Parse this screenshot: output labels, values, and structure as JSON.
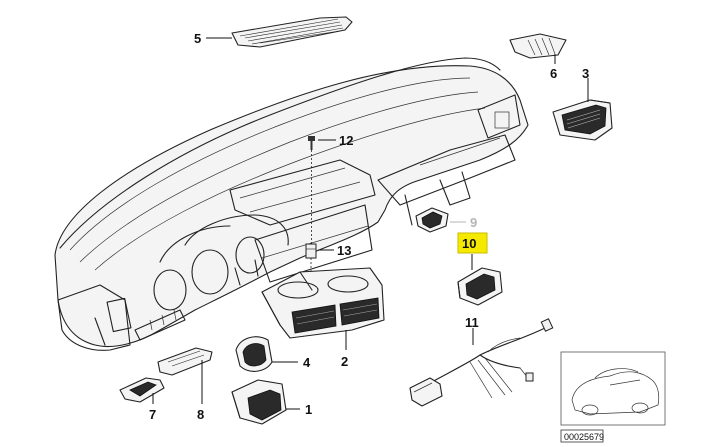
{
  "labels": {
    "p1": "1",
    "p2": "2",
    "p3": "3",
    "p4": "4",
    "p5": "5",
    "p6": "6",
    "p7": "7",
    "p8": "8",
    "p9": "9",
    "p10": "10",
    "p11": "11",
    "p12": "12",
    "p13": "13"
  },
  "highlight_color": "#f5e900",
  "faded_label_color": "#b5b5b5",
  "reference_code": "00025679"
}
